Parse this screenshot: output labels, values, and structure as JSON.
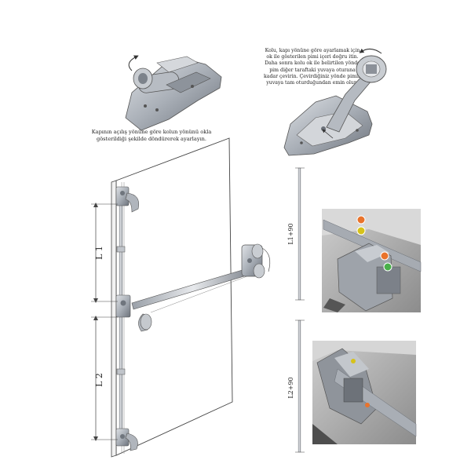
{
  "notes": {
    "top_right": [
      "Kolu, kapı yönüne göre ayarlamak için",
      "ok ile gösterilen pimi içeri doğru itin.",
      "Daha sonra kolu ok ile belirtilen yönde",
      "pim diğer taraftaki yuvaya oturana",
      "kadar çevirin. Çevirdiğiniz yönde pimin",
      "yuvaya tam oturduğundan emin olun."
    ],
    "left": [
      "Kapının açılış yönüne göre kolun yönünü okla",
      "gösterildiği şekilde döndürerek ayarlayın."
    ]
  },
  "dimensions": {
    "l1": "L 1",
    "l2": "L 2",
    "rod_top": "L1+90",
    "rod_bottom": "L2+90"
  },
  "colors": {
    "line": "#444444",
    "metal_light": "#c9cdd3",
    "metal_mid": "#9aa0a8",
    "metal_dark": "#5b616a",
    "photo_bg": "#bdbdbd",
    "photo_dark": "#6f6f6f",
    "accent_orange": "#e9732b",
    "accent_green": "#49b04a",
    "accent_yellow": "#d6c21a"
  }
}
